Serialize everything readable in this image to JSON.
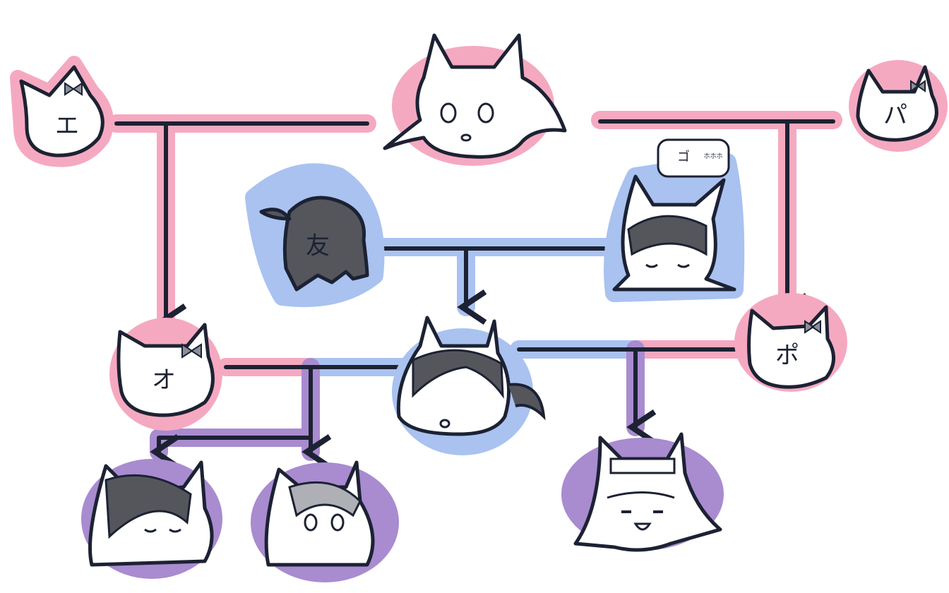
{
  "nodes": {
    "e": {
      "label": "エ"
    },
    "pa": {
      "label": "パ"
    },
    "tomo": {
      "label": "友"
    },
    "o": {
      "label": "オ"
    },
    "po": {
      "label": "ポ"
    },
    "speech": {
      "main": "ゴ",
      "side": "ホホホ"
    }
  },
  "colors": {
    "pink": "#f5a9c0",
    "blue": "#a9c2f0",
    "purple": "#a98bd0",
    "ink": "#1c2233"
  }
}
